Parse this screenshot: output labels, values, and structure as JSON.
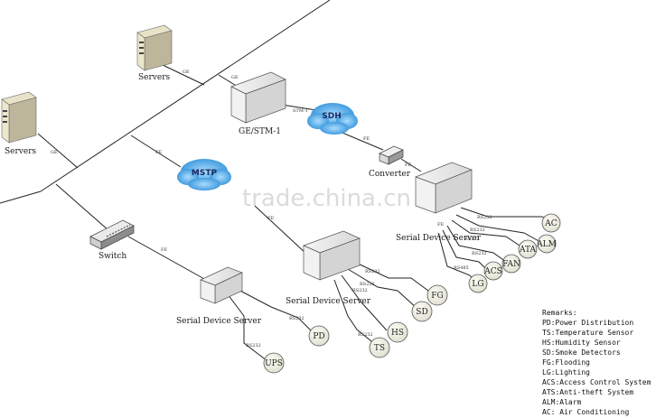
{
  "labels": {
    "servers_top": "Servers",
    "servers_left": "Servers",
    "ge_stm": "GE/STM-1",
    "sdh": "SDH",
    "mstp": "MSTP",
    "converter": "Converter",
    "switch": "Switch",
    "sds_left": "Serial Device Server",
    "sds_middle": "Serial Device Server",
    "sds_right": "Serial Device Server"
  },
  "link_labels": {
    "ge1": "GE",
    "ge2": "GE",
    "stm": "STM-1",
    "fe_left": "FE",
    "ge_left": "GE",
    "fe_mid": "FE",
    "fe_conv": "FE",
    "fe_switch": "FE",
    "fe_sds_mid": "FE",
    "fe_sds_right": "FE",
    "rs232": "RS232",
    "rs485": "RS485"
  },
  "devices_right": [
    "AC",
    "ALM",
    "ATA",
    "FAN",
    "ACS",
    "LG"
  ],
  "devices_middle": [
    "FG",
    "SD",
    "HS",
    "TS"
  ],
  "devices_left": [
    "PD",
    "UPS"
  ],
  "watermark": "trade.china.cn",
  "remarks": {
    "title": "Remarks:",
    "items": [
      "PD:Power Distribution",
      "TS:Temperature Sensor",
      "HS:Humidity Sensor",
      "SD:Smoke Detectors",
      "FG:Flooding",
      "LG:Lighting",
      "ACS:Access Control System",
      "ATS:Anti-theft System",
      "ALM:Alarm",
      "AC: Air Conditioning"
    ]
  }
}
